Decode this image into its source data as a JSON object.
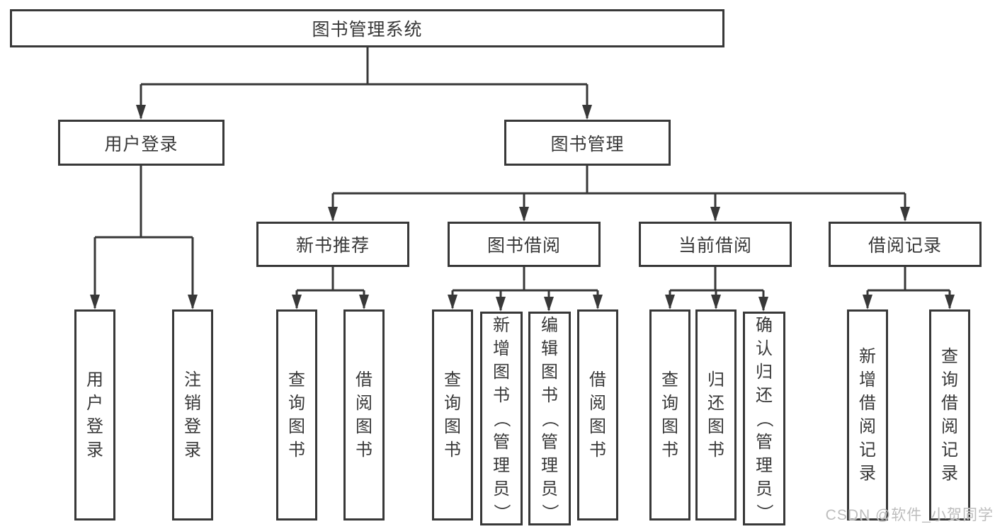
{
  "tree": {
    "label": "图书管理系统",
    "children": [
      {
        "label": "用户登录",
        "children": [
          {
            "label": "用户登录"
          },
          {
            "label": "注销登录"
          }
        ]
      },
      {
        "label": "图书管理",
        "children": [
          {
            "label": "新书推荐",
            "children": [
              {
                "label": "查询图书"
              },
              {
                "label": "借阅图书"
              }
            ]
          },
          {
            "label": "图书借阅",
            "children": [
              {
                "label": "查询图书"
              },
              {
                "label": "新增图书（管理员）"
              },
              {
                "label": "编辑图书（管理员）"
              },
              {
                "label": "借阅图书"
              }
            ]
          },
          {
            "label": "当前借阅",
            "children": [
              {
                "label": "查询图书"
              },
              {
                "label": "归还图书"
              },
              {
                "label": "确认归还（管理员）"
              }
            ]
          },
          {
            "label": "借阅记录",
            "children": [
              {
                "label": "新增借阅记录"
              },
              {
                "label": "查询借阅记录"
              }
            ]
          }
        ]
      }
    ]
  },
  "watermark": "CSDN @软件_小贺同学",
  "colors": {
    "line": "#383838",
    "box_background": "#ffffff",
    "watermark": "#bdbdbd"
  }
}
